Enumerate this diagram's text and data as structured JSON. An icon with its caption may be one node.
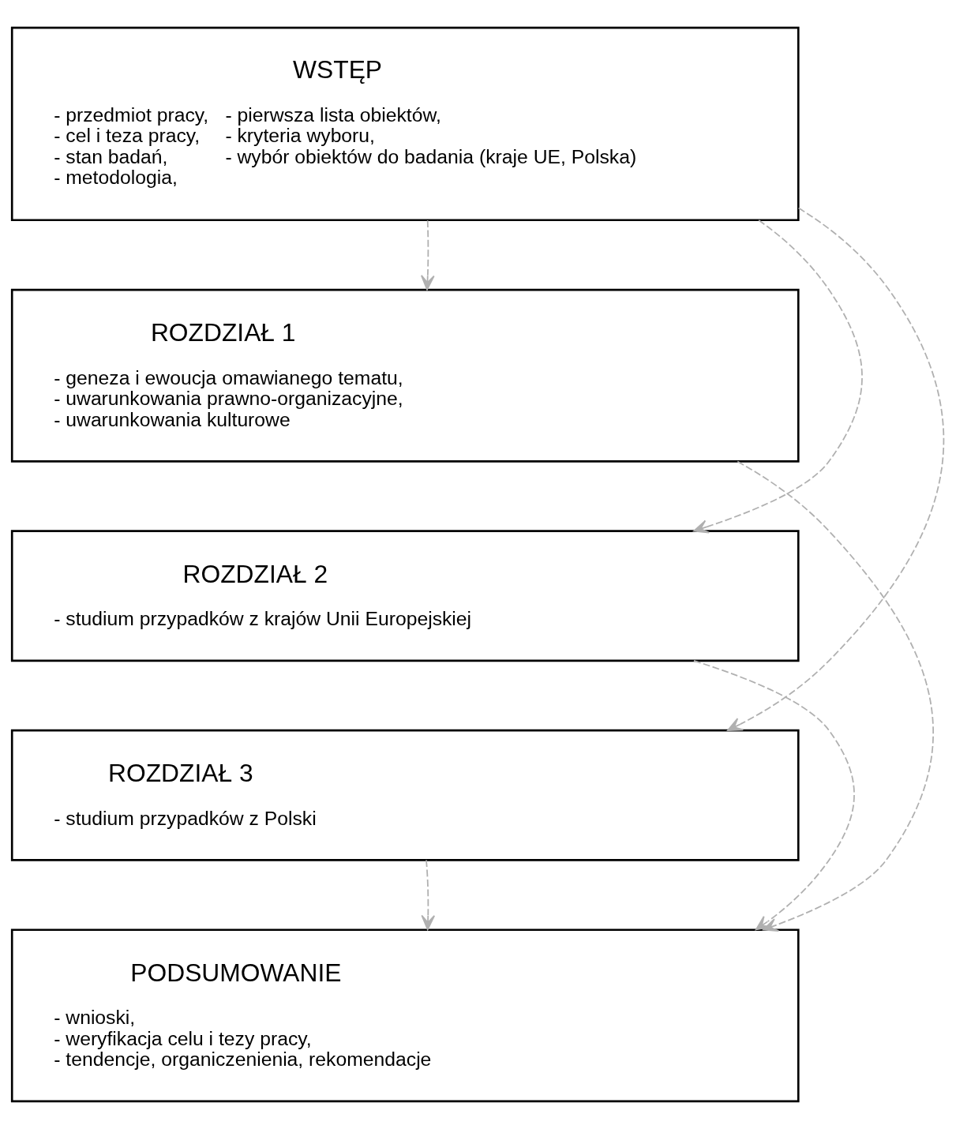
{
  "diagram": {
    "nodes": [
      {
        "text": [
          "WSTĘP",
          "- przedmiot pracy, - cel i teza pracy, - stan badań, - metodologia,",
          "- pierwsza lista obiektów, - kryteria wyboru, - wybór obiektów do badania (kraje UE, Polska)"
        ]
      },
      {
        "text": [
          "ROZDZIAŁ 1",
          "- geneza i ewoucja omawianego tematu, - uwarunkowania prawno-organizacyjne, - uwarunkowania kulturowe"
        ]
      },
      {
        "text": [
          "ROZDZIAŁ 2",
          "- studium przypadków z krajów Unii Europejskiej"
        ]
      },
      {
        "text": [
          "ROZDZIAŁ 3",
          "- studium przypadków z Polski"
        ]
      },
      {
        "text": [
          "PODSUMOWANIE",
          "- wnioski, - weryfikacja celu i tezy pracy, - tendencje, organiczenienia, rekomendacje"
        ]
      }
    ],
    "edges": [
      {
        "from": 0,
        "to": 1,
        "arrow": "to",
        "style": "dashed"
      },
      {
        "from": 0,
        "to": 2,
        "arrow": "to",
        "style": "dashed"
      },
      {
        "from": 0,
        "to": 3,
        "arrow": "to",
        "style": "dashed"
      },
      {
        "from": 1,
        "to": 4,
        "arrow": "to",
        "style": "dashed"
      },
      {
        "from": 2,
        "to": 4,
        "arrow": "to",
        "style": "dashed"
      },
      {
        "from": 3,
        "to": 4,
        "arrow": "to",
        "style": "dashed"
      }
    ]
  }
}
